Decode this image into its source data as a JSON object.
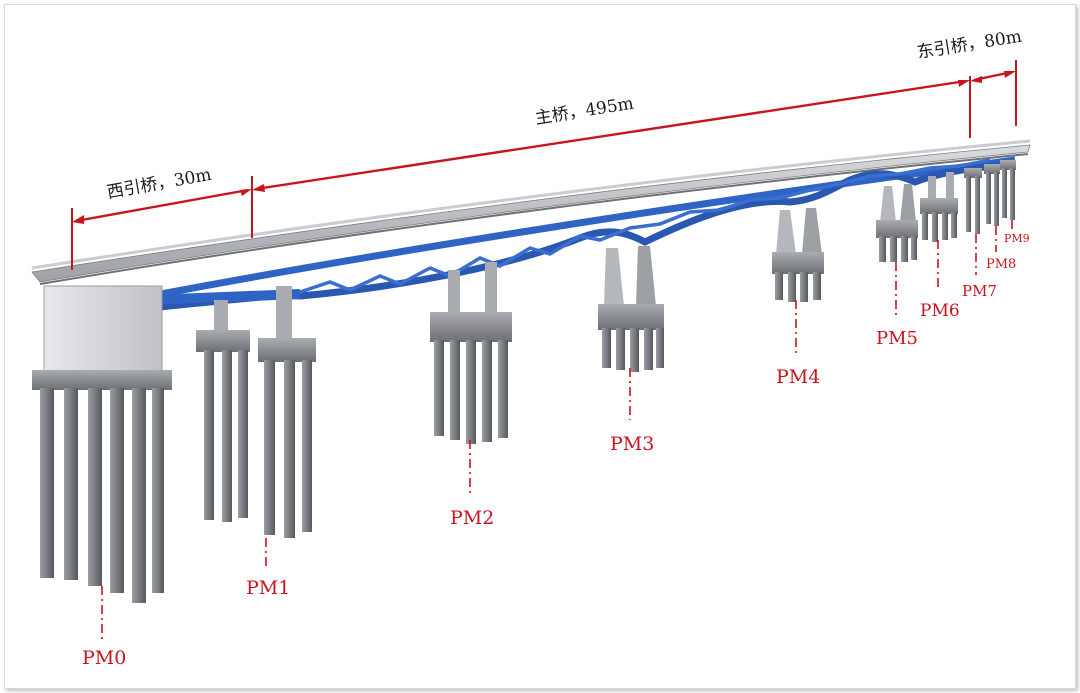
{
  "spans": [
    {
      "id": "west",
      "label": "西引桥，30m"
    },
    {
      "id": "main",
      "label": "主桥，495m"
    },
    {
      "id": "east",
      "label": "东引桥，80m"
    }
  ],
  "piers": [
    "PM0",
    "PM1",
    "PM2",
    "PM3",
    "PM4",
    "PM5",
    "PM6",
    "PM7",
    "PM8",
    "PM9"
  ],
  "colors": {
    "truss": "#2f63c4",
    "truss_dark": "#1d3f86",
    "dimension_line": "#c8141c",
    "pier_label": "#c8141c",
    "concrete": "#8a8d92"
  }
}
